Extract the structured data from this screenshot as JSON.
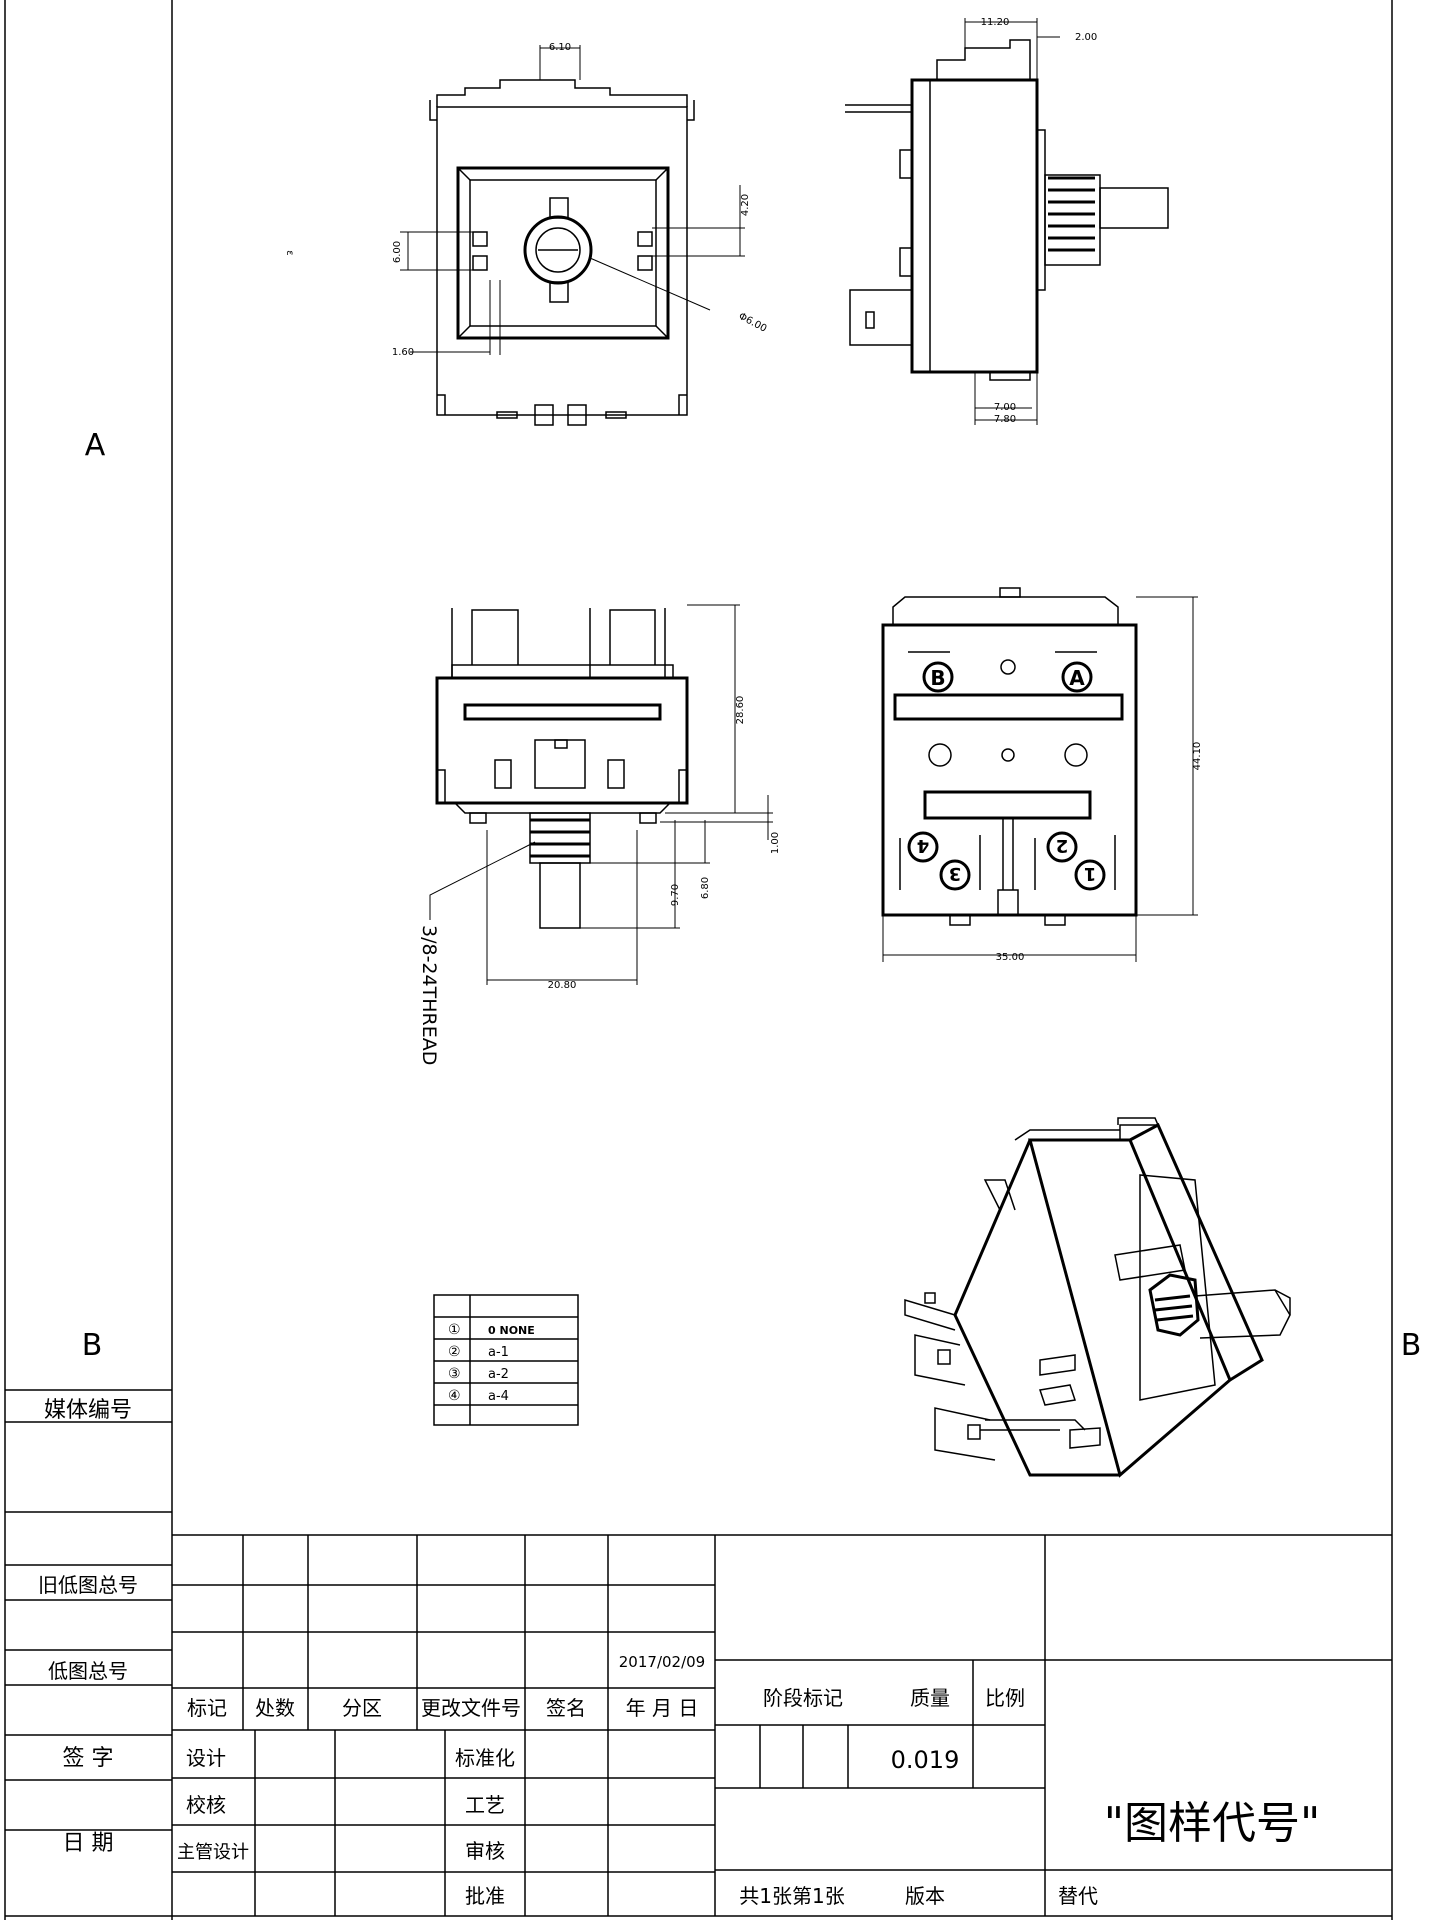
{
  "zones": {
    "a_left": "A",
    "b_left": "B",
    "b_right": "B"
  },
  "dims": {
    "d610": "6.10",
    "d1120": "11.20",
    "d200": "2.00",
    "d420": "4.20",
    "d600": "6.00",
    "d160": "1.60",
    "dphi600": "Φ6.00",
    "d700": "7.00",
    "d780": "7.80",
    "d2860": "28.60",
    "d100": "1.00",
    "d970": "9.70",
    "d680": "6.80",
    "d2080": "20.80",
    "d4410": "44.10",
    "d3500": "35.00",
    "eps": "ε"
  },
  "thread_label": "3/8-24THREAD",
  "terminals": {
    "a": "A",
    "b": "B",
    "t1": "1",
    "t2": "2",
    "t3": "3",
    "t4": "4"
  },
  "position_table": {
    "rows": [
      {
        "mark": "①",
        "value": "0  NONE"
      },
      {
        "mark": "②",
        "value": "a-1"
      },
      {
        "mark": "③",
        "value": "a-2"
      },
      {
        "mark": "④",
        "value": "a-4"
      }
    ]
  },
  "left_strip": {
    "media_no": "媒体编号",
    "old_drawing_no": "旧低图总号",
    "drawing_no": "低图总号",
    "signature": "签 字",
    "date": "日 期"
  },
  "title_block": {
    "date": "2017/02/09",
    "headers": [
      "标记",
      "处数",
      "分区",
      "更改文件号",
      "签名",
      "年 月 日"
    ],
    "design": "设计",
    "standardize": "标准化",
    "check": "校核",
    "process": "工艺",
    "chief_design": "主管设计",
    "review": "审核",
    "approve": "批准",
    "stage_mark": "阶段标记",
    "mass": "质量",
    "scale": "比例",
    "mass_value": "0.019",
    "sheet": "共1张第1张",
    "version": "版本",
    "replace": "替代",
    "drawing_code": "\"图样代号\""
  }
}
